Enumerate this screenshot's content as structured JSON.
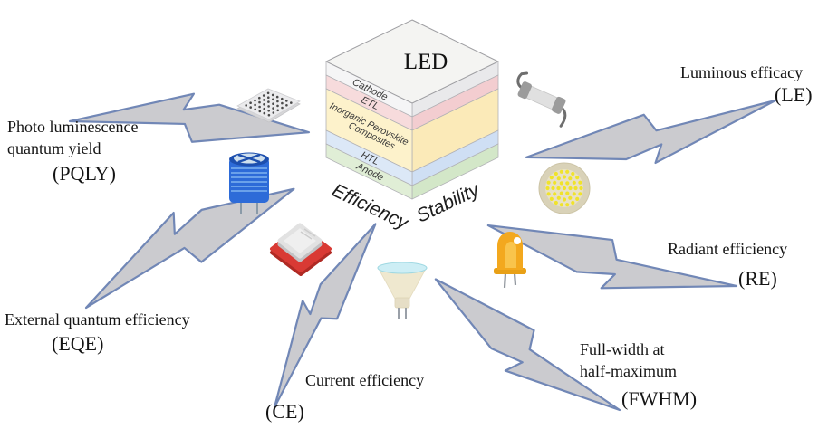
{
  "device": {
    "title": "LED",
    "layers": [
      {
        "label": "Cathode",
        "color": "#f5f5f6"
      },
      {
        "label": "ETL",
        "color": "#f7dbdc"
      },
      {
        "label": "Inorganic Perovskite Composites",
        "line1": "Inorganic Perovskite",
        "line2": "Composites",
        "color": "#fdf2cb"
      },
      {
        "label": "HTL",
        "color": "#dce8f7"
      },
      {
        "label": "Anode",
        "color": "#e0eed6"
      }
    ],
    "bottom_labels": {
      "left": "Efficiency",
      "right": "Stability"
    }
  },
  "metrics": [
    {
      "id": "pqly",
      "name": "Photo luminescence quantum yield",
      "line1": "Photo luminescence",
      "line2": "quantum yield",
      "abbr": "(PQLY)"
    },
    {
      "id": "le",
      "name": "Luminous efficacy",
      "line1": "Luminous efficacy",
      "abbr": "(LE)"
    },
    {
      "id": "re",
      "name": "Radiant efficiency",
      "line1": "Radiant efficiency",
      "abbr": "(RE)"
    },
    {
      "id": "eqe",
      "name": "External quantum efficiency",
      "line1": "External quantum efficiency",
      "abbr": "(EQE)"
    },
    {
      "id": "ce",
      "name": "Current efficiency",
      "line1": "Current efficiency",
      "abbr": "(CE)"
    },
    {
      "id": "fwhm",
      "name": "Full-width at half-maximum",
      "line1": "Full-width at",
      "line2": "half-maximum",
      "abbr": "(FWHM)"
    }
  ],
  "icons": [
    {
      "name": "perforated-led-panel-icon"
    },
    {
      "name": "electrolytic-capacitor-icon"
    },
    {
      "name": "push-button-icon"
    },
    {
      "name": "spotlight-bulb-icon"
    },
    {
      "name": "led-diode-icon"
    },
    {
      "name": "led-module-icon"
    },
    {
      "name": "fuse-icon"
    }
  ],
  "colors": {
    "bolt_fill": "#cbcbcf",
    "bolt_stroke": "#7187b6",
    "layer_cathode": "#f5f5f6",
    "layer_etl": "#f7dbdc",
    "layer_perovskite": "#fdf2cb",
    "layer_htl": "#dce8f7",
    "layer_anode": "#e0eed6",
    "capacitor_blue": "#2d6bd8",
    "button_red": "#d93a34",
    "led_yellow": "#f3a81e"
  }
}
